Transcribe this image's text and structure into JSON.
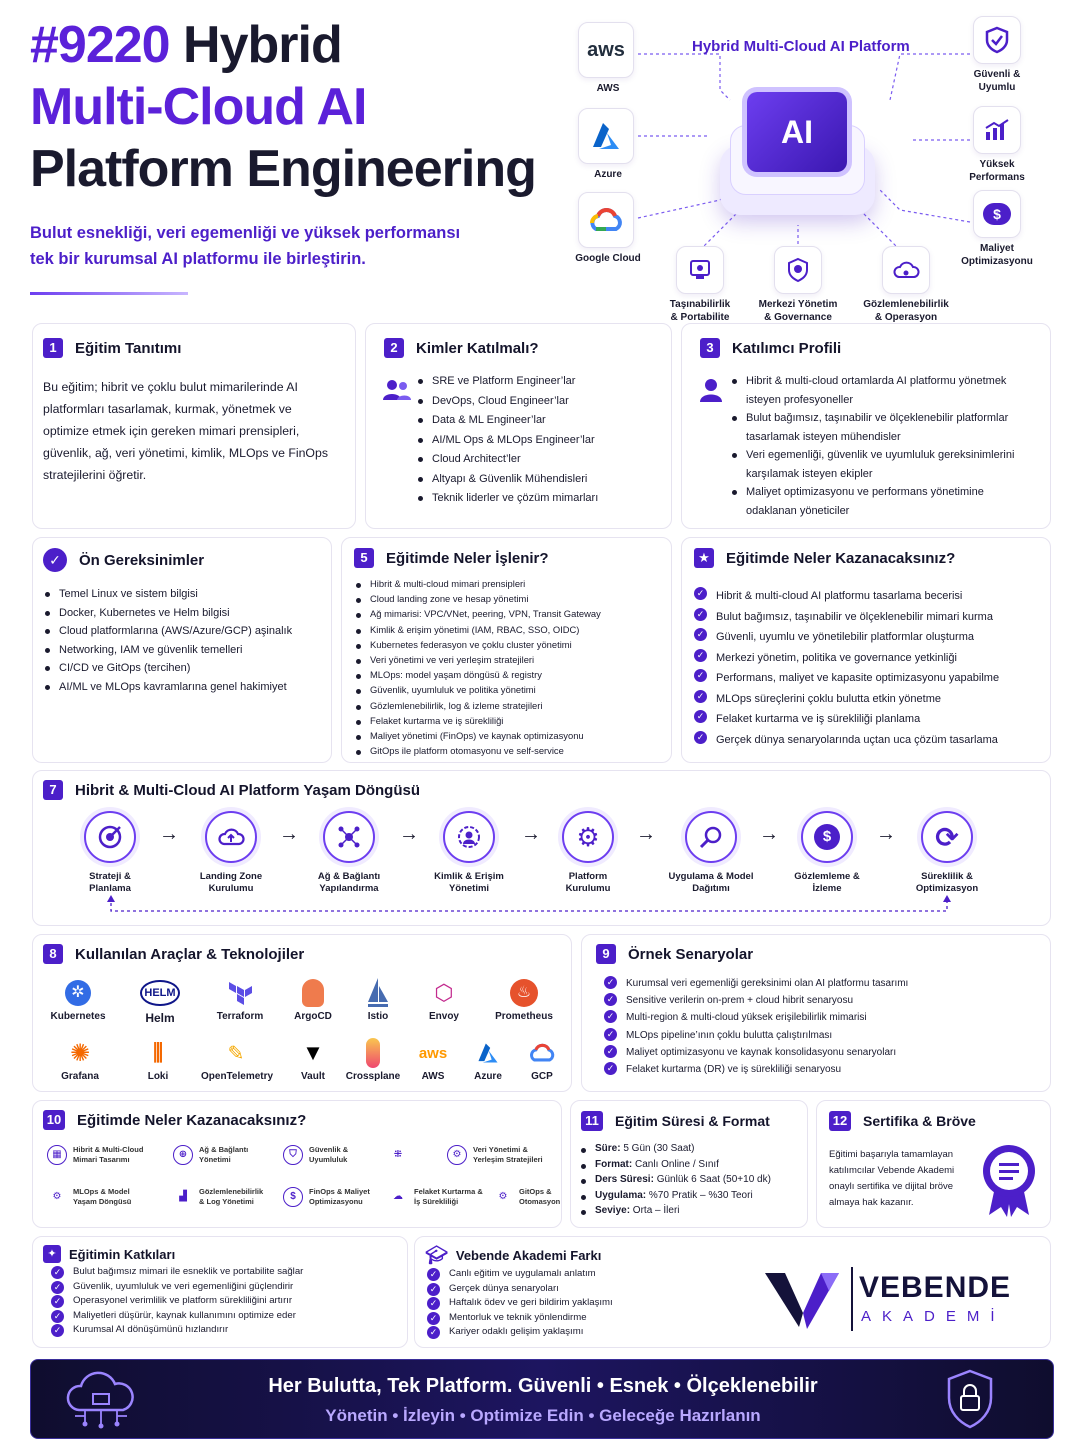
{
  "hero": {
    "title_num": "#9220",
    "title_rest1": " Hybrid",
    "title_line2": "Multi-Cloud AI",
    "title_line3": "Platform Engineering",
    "subtitle_l1": "Bulut esnekliği, veri egemenliği ve yüksek performansı",
    "subtitle_l2": "tek bir kurumsal AI platformu ile birleştirin."
  },
  "diagram": {
    "title": "Hybrid Multi-Cloud AI Platform",
    "chip": "AI",
    "left": [
      {
        "label": "AWS",
        "icon": "aws-logo"
      },
      {
        "label": "Azure",
        "icon": "azure-logo"
      },
      {
        "label": "Google Cloud",
        "icon": "google-cloud-logo"
      }
    ],
    "right": [
      {
        "label": "Güvenli &\nUyumlu",
        "icon": "shield-icon"
      },
      {
        "label": "Yüksek\nPerformans",
        "icon": "chart-icon"
      },
      {
        "label": "Maliyet\nOptimizasyonu",
        "icon": "dollar-cloud-icon"
      }
    ],
    "bottom": [
      {
        "label": "Taşınabilirlik\n& Portabilite",
        "icon": "portable-icon"
      },
      {
        "label": "Merkezi Yönetim\n& Governance",
        "icon": "governance-icon"
      },
      {
        "label": "Gözlemlenebilirlik\n& Operasyon",
        "icon": "cloud-ops-icon"
      }
    ],
    "aws_text": "aws"
  },
  "s1": {
    "num": "1",
    "title": "Eğitim Tanıtımı",
    "body": "Bu eğitim; hibrit ve çoklu bulut mimarilerinde AI platformları tasarlamak, kurmak, yönetmek ve optimize etmek için gereken mimari prensipleri, güvenlik, ağ, veri yönetimi, kimlik, MLOps ve FinOps stratejilerini öğretir."
  },
  "s2": {
    "num": "2",
    "title": "Kimler Katılmalı?",
    "items": [
      "SRE ve Platform Engineer’lar",
      "DevOps, Cloud Engineer’lar",
      "Data & ML Engineer’lar",
      "AI/ML Ops & MLOps Engineer’lar",
      "Cloud Architect’ler",
      "Altyapı & Güvenlik Mühendisleri",
      "Teknik liderler ve çözüm mimarları"
    ]
  },
  "s3": {
    "num": "3",
    "title": "Katılımcı Profili",
    "items": [
      "Hibrit & multi-cloud ortamlarda AI platformu yönetmek isteyen profesyoneller",
      "Bulut bağımsız, taşınabilir ve ölçeklenebilir platformlar tasarlamak isteyen mühendisler",
      "Veri egemenliği, güvenlik ve uyumluluk gereksinimlerini karşılamak isteyen ekipler",
      "Maliyet optimizasyonu ve performans yönetimine odaklanan yöneticiler"
    ]
  },
  "s4": {
    "title": "Ön Gereksinimler",
    "items": [
      "Temel Linux ve sistem bilgisi",
      "Docker, Kubernetes ve Helm bilgisi",
      "Cloud platformlarına (AWS/Azure/GCP) aşinalık",
      "Networking, IAM ve güvenlik temelleri",
      "CI/CD ve GitOps (tercihen)",
      "AI/ML ve MLOps kavramlarına genel hakimiyet"
    ]
  },
  "s5": {
    "num": "5",
    "title": "Eğitimde Neler İşlenir?",
    "items": [
      "Hibrit & multi-cloud mimari prensipleri",
      "Cloud landing zone ve hesap yönetimi",
      "Ağ mimarisi: VPC/VNet, peering, VPN, Transit Gateway",
      "Kimlik & erişim yönetimi (IAM, RBAC, SSO, OIDC)",
      "Kubernetes federasyon ve çoklu cluster yönetimi",
      "Veri yönetimi ve veri yerleşim stratejileri",
      "MLOps: model yaşam döngüsü & registry",
      "Güvenlik, uyumluluk ve politika yönetimi",
      "Gözlemlenebilirlik, log & izleme stratejileri",
      "Felaket kurtarma ve iş sürekliliği",
      "Maliyet yönetimi (FinOps) ve kaynak optimizasyonu",
      "GitOps ile platform otomasyonu ve self-service"
    ]
  },
  "s6": {
    "title": "Eğitimde Neler Kazanacaksınız?",
    "items": [
      "Hibrit & multi-cloud AI platformu tasarlama becerisi",
      "Bulut bağımsız, taşınabilir ve ölçeklenebilir mimari kurma",
      "Güvenli, uyumlu ve yönetilebilir platformlar oluşturma",
      "Merkezi yönetim, politika ve governance yetkinliği",
      "Performans, maliyet ve kapasite optimizasyonu yapabilme",
      "MLOps süreçlerini çoklu bulutta etkin yönetme",
      "Felaket kurtarma ve iş sürekliliği planlama",
      "Gerçek dünya senaryolarında uçtan uca çözüm tasarlama"
    ]
  },
  "s7": {
    "num": "7",
    "title": "Hibrit & Multi-Cloud AI Platform Yaşam Döngüsü",
    "steps": [
      {
        "label": "Strateji &\nPlanlama",
        "icon": "target-icon"
      },
      {
        "label": "Landing Zone\nKurulumu",
        "icon": "cloud-upload-icon"
      },
      {
        "label": "Ağ & Bağlantı\nYapılandırma",
        "icon": "network-icon"
      },
      {
        "label": "Kimlik & Erişim\nYönetimi",
        "icon": "identity-icon"
      },
      {
        "label": "Platform\nKurulumu",
        "icon": "gear-icon"
      },
      {
        "label": "Uygulama & Model\nDağıtımı",
        "icon": "search-icon"
      },
      {
        "label": "Gözlemleme &\nİzleme",
        "icon": "dollar-icon"
      },
      {
        "label": "Süreklilik &\nOptimizasyon",
        "icon": "refresh-icon"
      }
    ]
  },
  "s8": {
    "num": "8",
    "title": "Kullanılan Araçlar & Teknolojiler",
    "tools_row1": [
      "Kubernetes",
      "Helm",
      "Terraform",
      "ArgoCD",
      "Istio",
      "Envoy",
      "Prometheus"
    ],
    "tools_row2": [
      "Grafana",
      "Loki",
      "OpenTelemetry",
      "Vault",
      "Crossplane",
      "AWS",
      "Azure",
      "GCP"
    ],
    "helm_text": "HELM"
  },
  "s9": {
    "num": "9",
    "title": "Örnek Senaryolar",
    "items": [
      "Kurumsal veri egemenliği gereksinimi olan AI platformu tasarımı",
      "Sensitive verilerin on-prem + cloud hibrit senaryosu",
      "Multi-region & multi-cloud yüksek erişilebilirlik mimarisi",
      "MLOps pipeline’ının çoklu bulutta çalıştırılması",
      "Maliyet optimizasyonu ve kaynak konsolidasyonu senaryoları",
      "Felaket kurtarma (DR) ve iş sürekliliği senaryosu"
    ]
  },
  "s10": {
    "num": "10",
    "title": "Eğitimde Neler Kazanacaksınız?",
    "items": [
      "Hibrit & Multi-Cloud\nMimari Tasarımı",
      "Ağ & Bağlantı\nYönetimi",
      "Güvenlik &\nUyumluluk",
      "",
      "Veri Yönetimi &\nYerleşim Stratejileri",
      "MLOps & Model\nYaşam Döngüsü",
      "Gözlemlenebilirlik\n& Log Yönetimi",
      "FinOps & Maliyet\nOptimizasyonu",
      "Felaket Kurtarma &\nİş Sürekliliği",
      "GitOps &\nOtomasyon"
    ]
  },
  "s11": {
    "num": "11",
    "title": "Eğitim Süresi & Format",
    "items": [
      {
        "k": "Süre:",
        "v": " 5 Gün (30 Saat)"
      },
      {
        "k": "Format:",
        "v": " Canlı Online / Sınıf"
      },
      {
        "k": "Ders Süresi:",
        "v": " Günlük 6 Saat (50+10 dk)"
      },
      {
        "k": "Uygulama:",
        "v": " %70 Pratik – %30 Teori"
      },
      {
        "k": "Seviye:",
        "v": " Orta – İleri"
      }
    ]
  },
  "s12": {
    "num": "12",
    "title": "Sertifika & Bröve",
    "body": "Eğitimi başarıyla tamamlayan katılımcılar Vebende Akademi onaylı sertifika ve dijital bröve almaya hak kazanır."
  },
  "s13": {
    "title": "Eğitimin Katkıları",
    "items": [
      "Bulut bağımsız mimari ile esneklik ve portabilite sağlar",
      "Güvenlik, uyumluluk ve veri egemenliğini güçlendirir",
      "Operasyonel verimlilik ve platform sürekliliğini artırır",
      "Maliyetleri düşürür, kaynak kullanımını optimize eder",
      "Kurumsal AI dönüşümünü hızlandırır"
    ]
  },
  "s14": {
    "title": "Vebende Akademi Farkı",
    "items": [
      "Canlı eğitim ve uygulamalı anlatım",
      "Gerçek dünya senaryoları",
      "Haftalık ödev ve geri bildirim yaklaşımı",
      "Mentorluk ve teknik yönlendirme",
      "Kariyer odaklı gelişim yaklaşımı"
    ]
  },
  "brand": {
    "name": "VEBENDE",
    "sub": "AKADEMİ"
  },
  "footer": {
    "line1": "Her Bulutta, Tek Platform. Güvenli • Esnek • Ölçeklenebilir",
    "line2": "Yönetin • İzleyin • Optimize Edin • Geleceğe Hazırlanın"
  },
  "colors": {
    "accent": "#5b21d9",
    "num_bg": "#4c1fc9",
    "footer_bg": "#14123a"
  }
}
